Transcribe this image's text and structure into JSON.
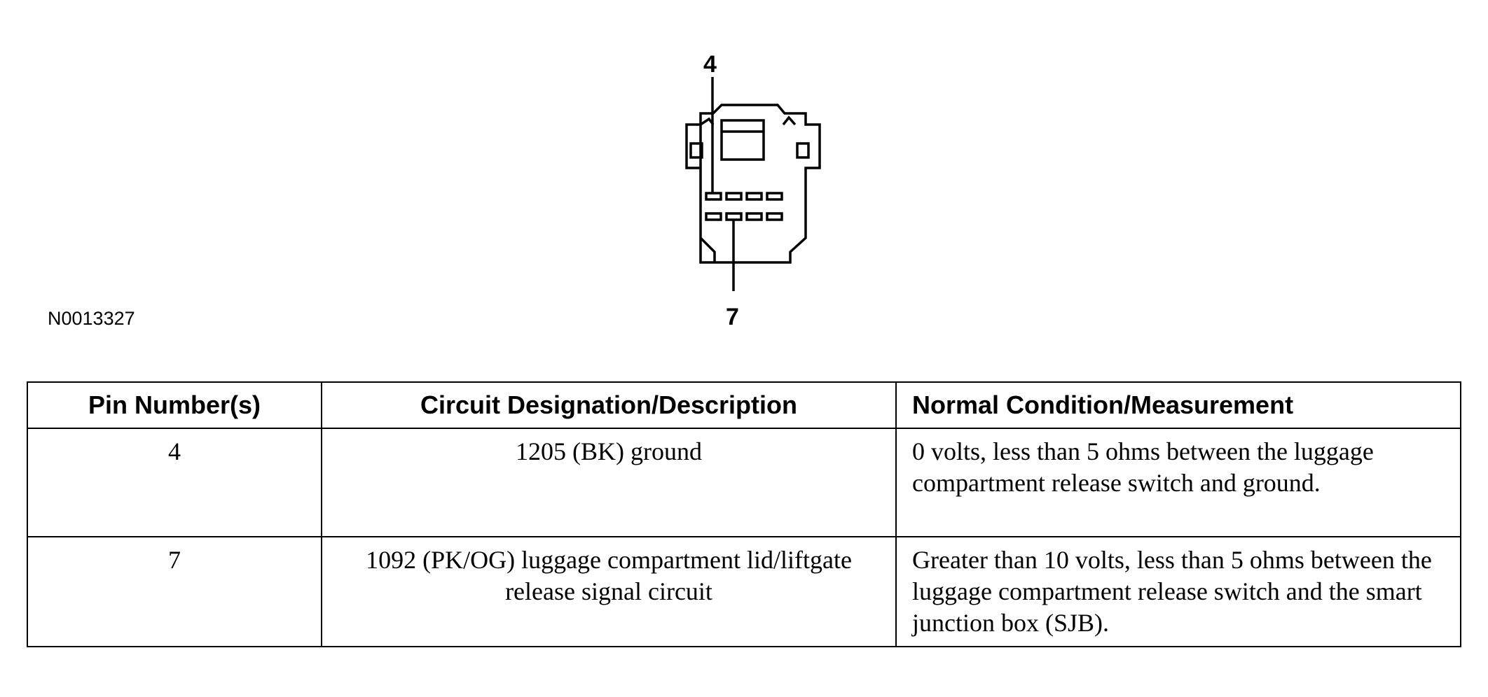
{
  "figure": {
    "pin_top_label": "4",
    "pin_bottom_label": "7",
    "figure_id": "N0013327"
  },
  "table": {
    "headers": [
      "Pin Number(s)",
      "Circuit Designation/Description",
      "Normal Condition/Measurement"
    ],
    "rows": [
      {
        "pin": "4",
        "description": "1205 (BK) ground",
        "measurement": "0 volts, less than 5 ohms between the luggage compartment release switch and ground."
      },
      {
        "pin": "7",
        "description": "1092 (PK/OG) luggage compartment lid/liftgate release signal circuit",
        "measurement": "Greater than 10 volts, less than 5 ohms between the luggage compartment release switch and the smart junction box (SJB)."
      }
    ]
  }
}
